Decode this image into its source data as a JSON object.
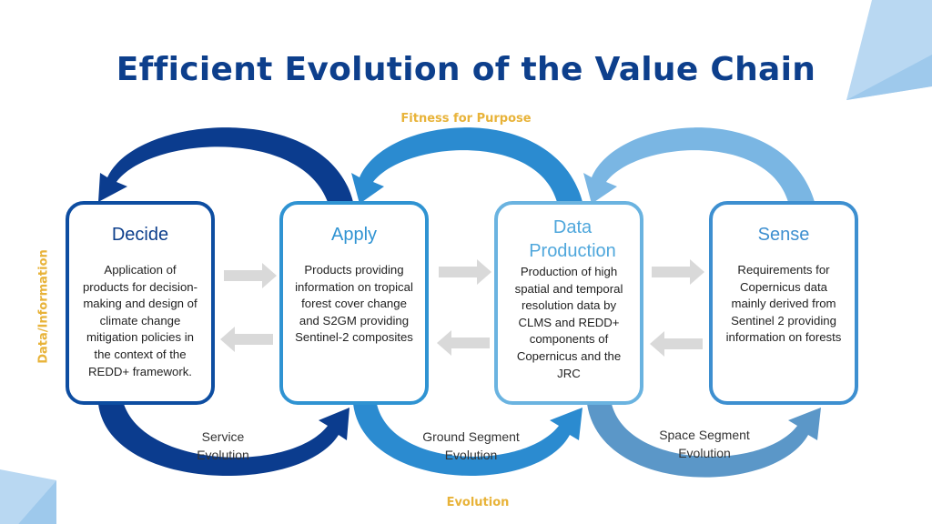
{
  "title": "Efficient Evolution of the Value Chain",
  "axes": {
    "top": "Fitness for Purpose",
    "bottom": "Evolution",
    "left": "Data/Information"
  },
  "boxes": [
    {
      "title": "Decide",
      "text": "Application of products for decision-making and design of climate change mitigation policies in the context of the REDD+ framework.",
      "color": "#0d4da1"
    },
    {
      "title": "Apply",
      "text": "Products providing information on tropical forest cover change and S2GM providing Sentinel-2 composites",
      "color": "#2f93d2"
    },
    {
      "title": "Data Production",
      "text": "Production of high spatial and temporal resolution data by CLMS and REDD+ components of Copernicus and the JRC",
      "color": "#6ab3e0"
    },
    {
      "title": "Sense",
      "text": "Requirements for Copernicus data mainly derived from Sentinel 2 providing information on forests",
      "color": "#3d8fd0"
    }
  ],
  "evolution_labels": [
    "Service Evolution",
    "Ground Segment Evolution",
    "Space Segment Evolution"
  ],
  "colors": {
    "title": "#0d3f8c",
    "axis_label": "#e8b339",
    "flow_arrow": "#d9d9d9",
    "arc_dark": "#0b3c8e",
    "arc_mid": "#2b8bd0",
    "arc_light": "#7ab6e3"
  }
}
